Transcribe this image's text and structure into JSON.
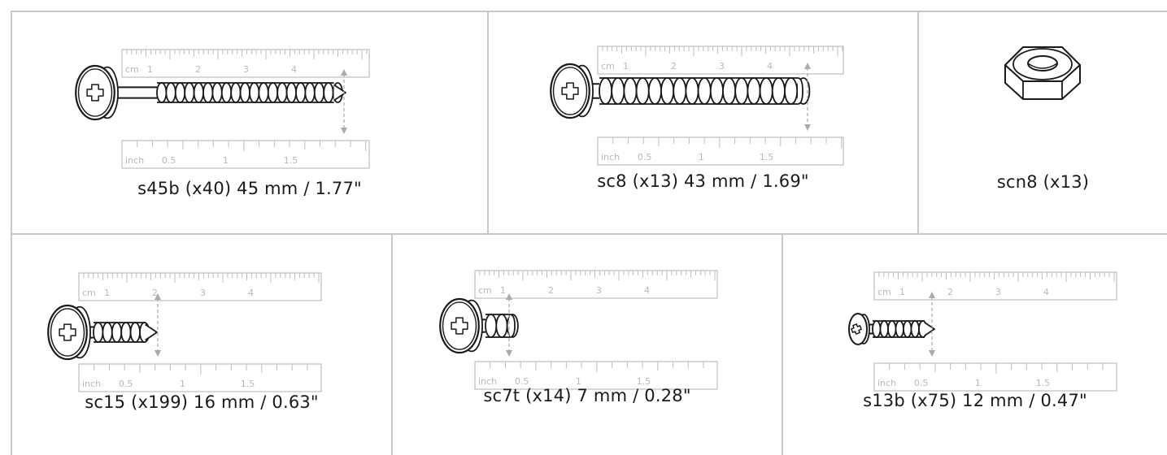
{
  "rulers": {
    "top_unit": "cm",
    "bottom_unit": "inch",
    "cm_labels": [
      "1",
      "2",
      "3",
      "4"
    ],
    "inch_labels": [
      "0.5",
      "1",
      "1.5"
    ]
  },
  "colors": {
    "ruler": "#bdbdbd",
    "line": "#1a1a1a",
    "border": "#c8c8c8",
    "arrow": "#aaaaaa"
  },
  "parts": [
    {
      "caption": "s45b (x40) 45 mm / 1.77\"",
      "icon": "long-screw-icon"
    },
    {
      "caption": "sc8 (x13) 43 mm / 1.69\"",
      "icon": "fully-threaded-screw-icon"
    },
    {
      "caption": "scn8 (x13)",
      "icon": "hex-nut-icon"
    },
    {
      "caption": "sc15 (x199) 16 mm / 0.63\"",
      "icon": "short-screw-icon"
    },
    {
      "caption": "sc7t (x14) 7 mm / 0.28\"",
      "icon": "tiny-screw-icon"
    },
    {
      "caption": "s13b (x75) 12 mm / 0.47\"",
      "icon": "small-screw-icon"
    }
  ]
}
